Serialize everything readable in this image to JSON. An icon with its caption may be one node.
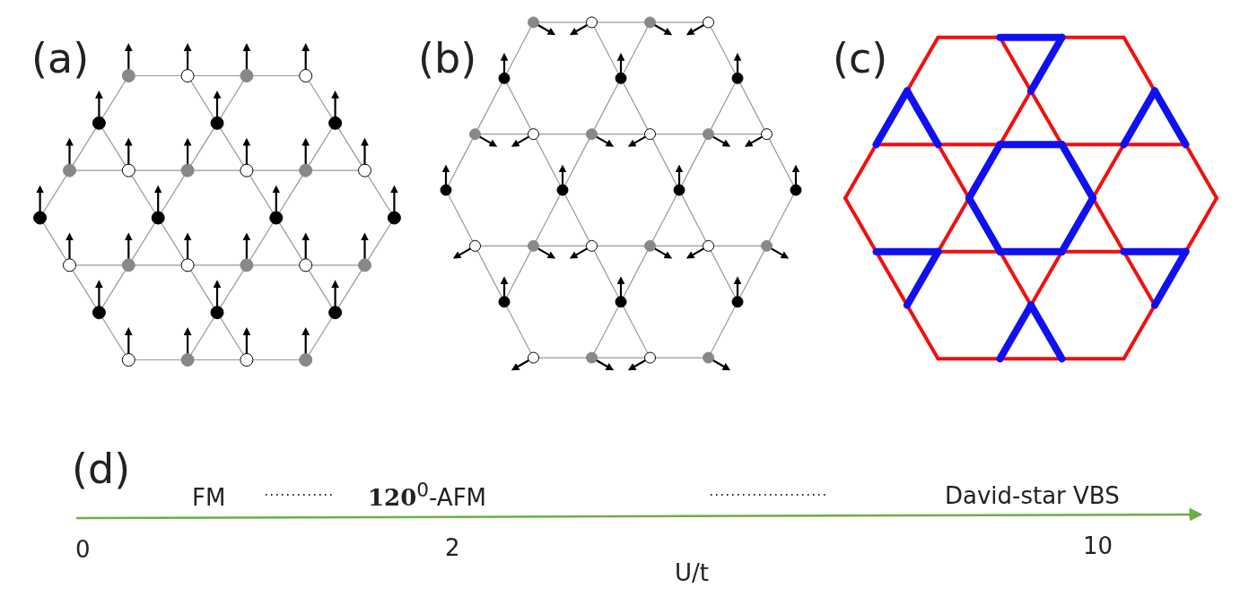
{
  "diagram": {
    "labels": [
      "(a)",
      "(b)",
      "(c)",
      "(d)",
      "FM",
      "**120**$^{0}$-AFM",
      "David-star VBS",
      "0",
      "2",
      "10",
      "U/t"
    ]
  }
}
